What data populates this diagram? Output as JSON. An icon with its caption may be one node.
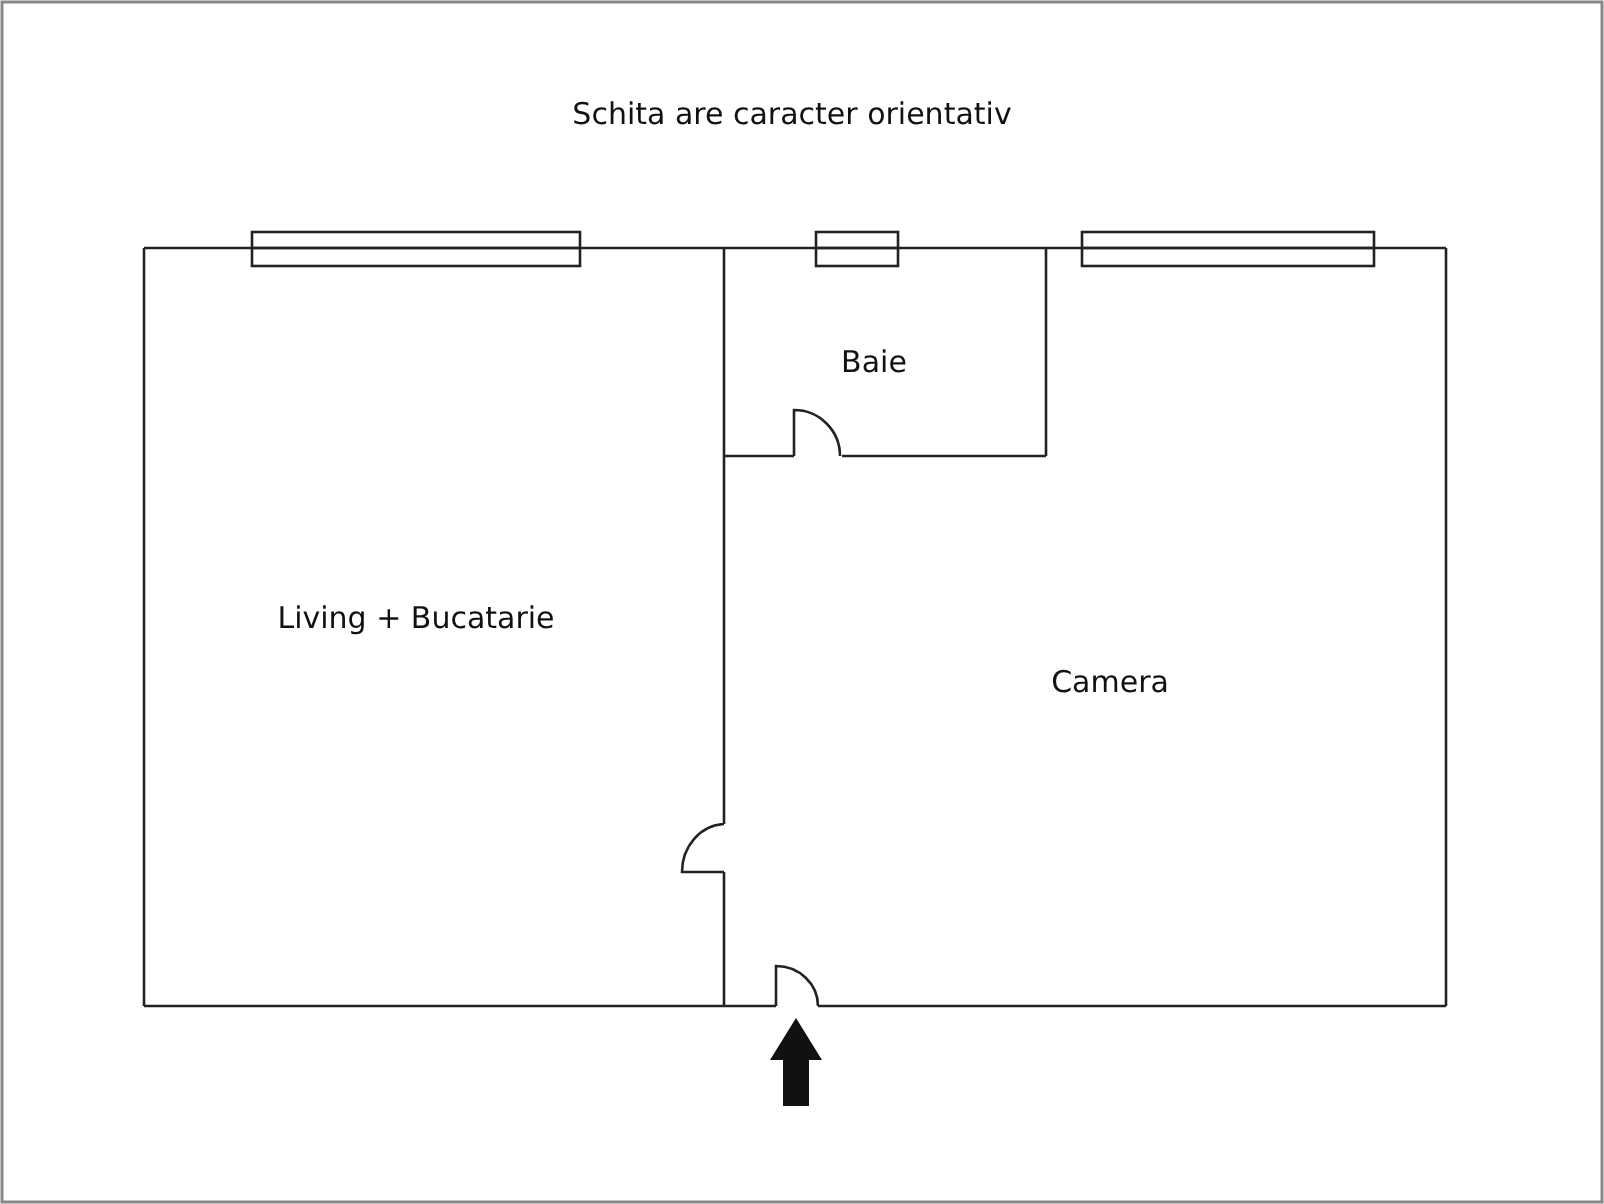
{
  "diagram": {
    "title": "Schita are caracter orientativ",
    "nodes": [
      {
        "text": [
          "Living + Bucatarie"
        ]
      },
      {
        "text": [
          "Baie"
        ]
      },
      {
        "text": [
          "Camera"
        ]
      }
    ]
  }
}
